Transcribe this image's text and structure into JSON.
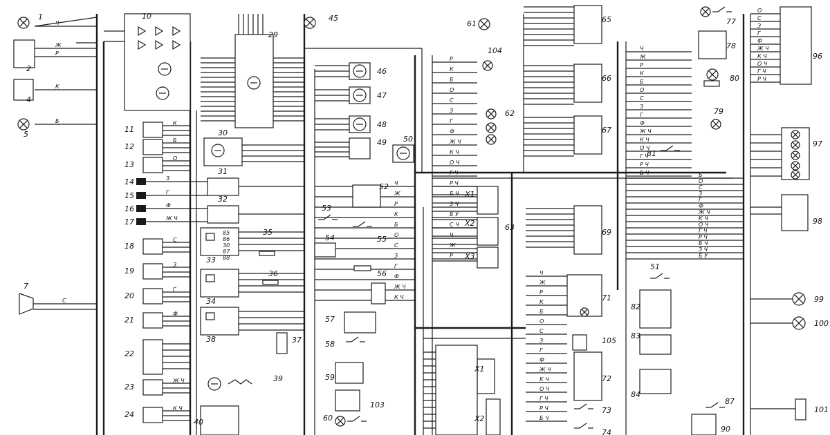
{
  "diagram": {
    "components": [
      {
        "id": "c1",
        "label": "1",
        "kind": "lamp"
      },
      {
        "id": "c2",
        "label": "2",
        "kind": "lamp-pair"
      },
      {
        "id": "c4",
        "label": "4",
        "kind": "headlamp"
      },
      {
        "id": "c5",
        "label": "5",
        "kind": "lamp"
      },
      {
        "id": "c7",
        "label": "7",
        "kind": "horn"
      },
      {
        "id": "c10",
        "label": "10",
        "kind": "generator"
      },
      {
        "id": "c11",
        "label": "11",
        "kind": "sensor"
      },
      {
        "id": "c12",
        "label": "12",
        "kind": "sensor"
      },
      {
        "id": "c13",
        "label": "13",
        "kind": "sensor"
      },
      {
        "id": "c14",
        "label": "14",
        "kind": "plug"
      },
      {
        "id": "c15",
        "label": "15",
        "kind": "plug"
      },
      {
        "id": "c16",
        "label": "16",
        "kind": "plug"
      },
      {
        "id": "c17",
        "label": "17",
        "kind": "plug"
      },
      {
        "id": "c18",
        "label": "18",
        "kind": "sensor"
      },
      {
        "id": "c19",
        "label": "19",
        "kind": "sensor"
      },
      {
        "id": "c20",
        "label": "20",
        "kind": "sensor"
      },
      {
        "id": "c21",
        "label": "21",
        "kind": "sensor"
      },
      {
        "id": "c22",
        "label": "22",
        "kind": "sensor"
      },
      {
        "id": "c23",
        "label": "23",
        "kind": "sensor"
      },
      {
        "id": "c24",
        "label": "24",
        "kind": "sensor"
      },
      {
        "id": "c29",
        "label": "29",
        "kind": "controller"
      },
      {
        "id": "c30",
        "label": "30",
        "kind": "motor"
      },
      {
        "id": "c31",
        "label": "31",
        "kind": "module"
      },
      {
        "id": "c32",
        "label": "32",
        "kind": "module"
      },
      {
        "id": "c33",
        "label": "33",
        "kind": "relay"
      },
      {
        "id": "c34",
        "label": "34",
        "kind": "relay"
      },
      {
        "id": "c35",
        "label": "35",
        "kind": "resistor"
      },
      {
        "id": "c36",
        "label": "36",
        "kind": "resistor"
      },
      {
        "id": "c37",
        "label": "37",
        "kind": "motor"
      },
      {
        "id": "c38",
        "label": "38",
        "kind": "relay"
      },
      {
        "id": "c39",
        "label": "39",
        "kind": "coil"
      },
      {
        "id": "c40",
        "label": "40",
        "kind": "relay"
      },
      {
        "id": "c45",
        "label": "45",
        "kind": "lamp"
      },
      {
        "id": "c46",
        "label": "46",
        "kind": "motor"
      },
      {
        "id": "c47",
        "label": "47",
        "kind": "motor"
      },
      {
        "id": "c48",
        "label": "48",
        "kind": "motor"
      },
      {
        "id": "c49",
        "label": "49",
        "kind": "module"
      },
      {
        "id": "c50",
        "label": "50",
        "kind": "motor"
      },
      {
        "id": "c51",
        "label": "51",
        "kind": "switch"
      },
      {
        "id": "c52",
        "label": "52",
        "kind": "relay"
      },
      {
        "id": "c53",
        "label": "53",
        "kind": "switch"
      },
      {
        "id": "c54",
        "label": "54",
        "kind": "sensor"
      },
      {
        "id": "c55",
        "label": "55",
        "kind": "switch"
      },
      {
        "id": "c56",
        "label": "56",
        "kind": "resistor"
      },
      {
        "id": "c57",
        "label": "57",
        "kind": "connector"
      },
      {
        "id": "c58",
        "label": "58",
        "kind": "switch"
      },
      {
        "id": "c59",
        "label": "59",
        "kind": "module"
      },
      {
        "id": "c60",
        "label": "60",
        "kind": "lamp"
      },
      {
        "id": "c61",
        "label": "61",
        "kind": "lamp"
      },
      {
        "id": "c62",
        "label": "62",
        "kind": "lamp-group"
      },
      {
        "id": "c63",
        "label": "63",
        "kind": "connector"
      },
      {
        "id": "c65",
        "label": "65",
        "kind": "lamp-group"
      },
      {
        "id": "c66",
        "label": "66",
        "kind": "lamp-group"
      },
      {
        "id": "c67",
        "label": "67",
        "kind": "lamp-group"
      },
      {
        "id": "c69",
        "label": "69",
        "kind": "lamp-group"
      },
      {
        "id": "c71",
        "label": "71",
        "kind": "switch-block"
      },
      {
        "id": "c72",
        "label": "72",
        "kind": "switch-block"
      },
      {
        "id": "c73",
        "label": "73",
        "kind": "switch"
      },
      {
        "id": "c74",
        "label": "74",
        "kind": "switch"
      },
      {
        "id": "c77",
        "label": "77",
        "kind": "lamp"
      },
      {
        "id": "c78",
        "label": "78",
        "kind": "module"
      },
      {
        "id": "c79",
        "label": "79",
        "kind": "lamp"
      },
      {
        "id": "c80",
        "label": "80",
        "kind": "lamp"
      },
      {
        "id": "c81",
        "label": "81",
        "kind": "switch"
      },
      {
        "id": "c82",
        "label": "82",
        "kind": "switch-block"
      },
      {
        "id": "c83",
        "label": "83",
        "kind": "relay"
      },
      {
        "id": "c84",
        "label": "84",
        "kind": "relay"
      },
      {
        "id": "c87",
        "label": "87",
        "kind": "switch"
      },
      {
        "id": "c90",
        "label": "90",
        "kind": "relay"
      },
      {
        "id": "c96",
        "label": "96",
        "kind": "lamp-group"
      },
      {
        "id": "c97",
        "label": "97",
        "kind": "lamp-block"
      },
      {
        "id": "c98",
        "label": "98",
        "kind": "headlamp"
      },
      {
        "id": "c99",
        "label": "99",
        "kind": "lamp"
      },
      {
        "id": "c100",
        "label": "100",
        "kind": "lamp"
      },
      {
        "id": "c101",
        "label": "101",
        "kind": "connector"
      },
      {
        "id": "c103",
        "label": "103",
        "kind": "relay"
      },
      {
        "id": "c104",
        "label": "104",
        "kind": "lamp"
      },
      {
        "id": "c105",
        "label": "105",
        "kind": "switch"
      }
    ],
    "connectors": [
      {
        "label": "X1"
      },
      {
        "label": "X2"
      },
      {
        "label": "X3"
      },
      {
        "label": "X1"
      },
      {
        "label": "X2"
      }
    ],
    "wire_color_codes": [
      "Ч",
      "Ж",
      "Р",
      "К",
      "Б",
      "О",
      "С",
      "З",
      "Г",
      "Ф",
      "Ж Ч",
      "К Ч",
      "О Ч",
      "Г Ч",
      "Р Ч",
      "Б Ч",
      "З Ч",
      "Б У",
      "С Ч"
    ],
    "relay_pins": [
      "85",
      "86",
      "30",
      "87",
      "88"
    ],
    "colors": {
      "ink": "#1a1a1a",
      "paper": "#ffffff"
    }
  }
}
